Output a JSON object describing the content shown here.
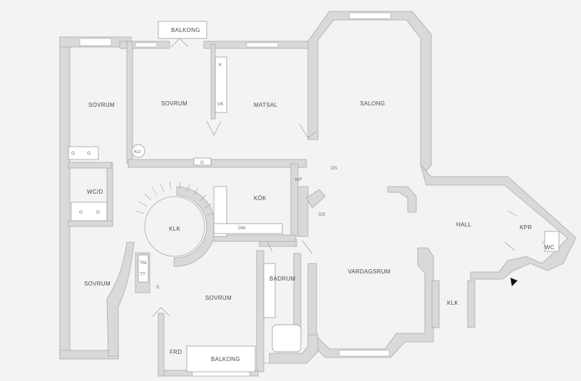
{
  "rooms": {
    "balkong_top": "BALKONG",
    "sovrum_1": "SOVRUM",
    "sovrum_2": "SOVRUM",
    "matsal": "MATSAL",
    "salong": "SALONG",
    "wcd": "WC/D",
    "kok": "KÖK",
    "klk_center": "KLK",
    "hall": "HALL",
    "kpr": "KPR",
    "wc": "WC",
    "sovrum_left": "SOVRUM",
    "vardagsrum": "VARDAGSRUM",
    "badrum": "BADRUM",
    "sovrum_bottom": "SOVRUM",
    "klk_right": "KLK",
    "frd": "FRD",
    "balkong_bottom": "BALKONG"
  },
  "fixtures": {
    "k": "K",
    "vk": "VK",
    "ku": "KU",
    "g1": "G",
    "g2": "G",
    "g3": "G",
    "g4": "G",
    "g5": "G",
    "kf": "K/F",
    "ds1": "DS",
    "ds2": "DS",
    "dm": "DM",
    "tm": "TM",
    "tt": "TT",
    "s": "S"
  },
  "colors": {
    "wall_fill": "#d9d9d9",
    "wall_stroke": "#a9a9a9",
    "background": "#f3f3f3",
    "label": "#4a4a4a",
    "entrance_marker": "#111111"
  }
}
